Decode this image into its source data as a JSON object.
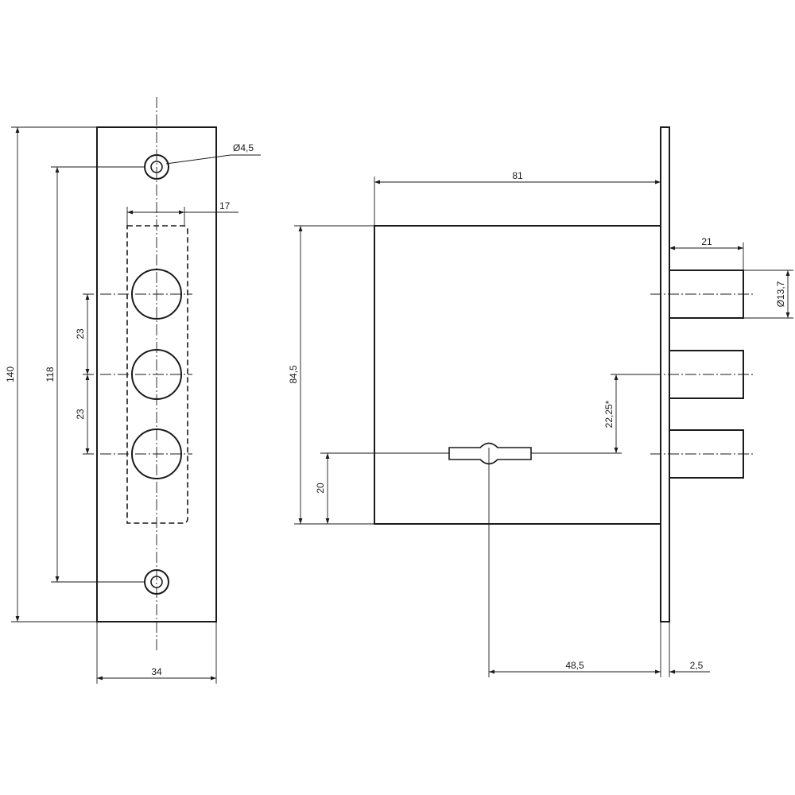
{
  "dimensions": {
    "total_height": "140",
    "hole_spacing": "118",
    "bolt_pitch_upper": "23",
    "bolt_pitch_lower": "23",
    "hole_diameter": "Ø4,5",
    "bolt_area_width": "17",
    "plate_width": "34",
    "case_depth": "81",
    "case_height": "84,5",
    "key_height": "20",
    "key_offset": "22,25*",
    "bolt_throw": "21",
    "bolt_diameter": "Ø13,7",
    "backset": "48,5",
    "plate_thickness": "2,5"
  }
}
